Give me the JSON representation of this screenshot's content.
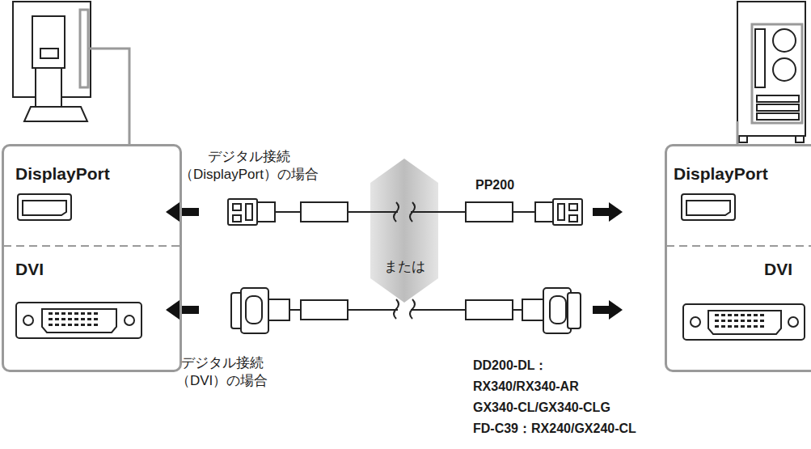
{
  "diagram": {
    "nodes": [
      {
        "text": [
          "DisplayPort",
          "DVI"
        ]
      },
      {
        "text": [
          "DisplayPort",
          "DVI"
        ]
      }
    ],
    "labels": [
      "デジタル接続 （DisplayPort）の場合",
      "PP200",
      "または",
      "デジタル接続 （DVI）の場合",
      "DD200-DL： RX340/RX340-AR GX340-CL/GX340-CLG",
      "FD-C39：RX240/GX240-CL"
    ]
  }
}
